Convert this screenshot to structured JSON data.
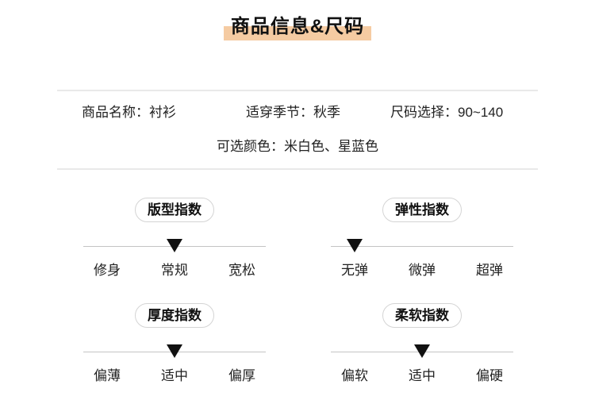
{
  "title": "商品信息&尺码",
  "info": {
    "row1": [
      {
        "text": "商品名称：衬衫"
      },
      {
        "text": "适穿季节：秋季"
      },
      {
        "text": "尺码选择：90~140"
      }
    ],
    "row2": "可选颜色：米白色、星蓝色"
  },
  "indices": [
    {
      "title": "版型指数",
      "options": [
        "修身",
        "常规",
        "宽松"
      ],
      "selected": "常规",
      "pointer": "center"
    },
    {
      "title": "弹性指数",
      "options": [
        "无弹",
        "微弹",
        "超弹"
      ],
      "selected": "无弹",
      "pointer": "left"
    },
    {
      "title": "厚度指数",
      "options": [
        "偏薄",
        "适中",
        "偏厚"
      ],
      "selected": "适中",
      "pointer": "center"
    },
    {
      "title": "柔软指数",
      "options": [
        "偏软",
        "适中",
        "偏硬"
      ],
      "selected": "适中",
      "pointer": "center"
    }
  ],
  "colors": {
    "title_highlight": "#f5cba2",
    "divider": "#e9e9e9",
    "indicator_line": "#c4c4c4",
    "pill_border": "#d4d4d4",
    "pointer": "#111111",
    "text": "#222222"
  }
}
